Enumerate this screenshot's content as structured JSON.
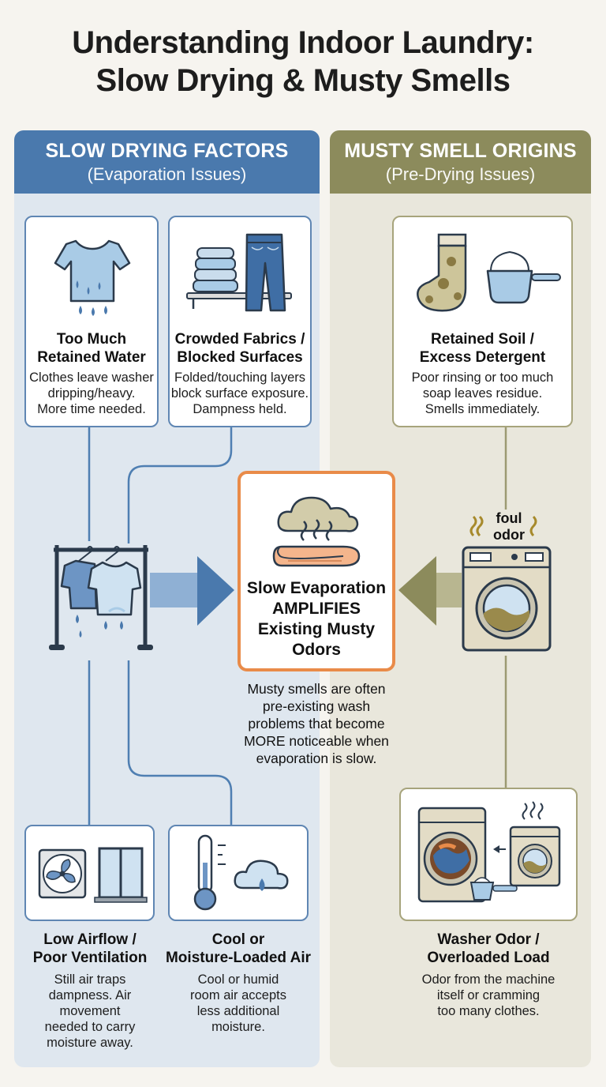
{
  "title": {
    "line1": "Understanding Indoor Laundry:",
    "line2": "Slow Drying & Musty Smells"
  },
  "colors": {
    "blue_header": "#4a79ad",
    "blue_bg": "#dfe7ef",
    "olive_header": "#8c8b5c",
    "olive_bg": "#e9e7dc",
    "center_border": "#e98b49"
  },
  "left_column": {
    "heading": "SLOW DRYING FACTORS",
    "subheading": "(Evaporation Issues)",
    "cards": [
      {
        "title1": "Too Much",
        "title2": "Retained Water",
        "desc1": "Clothes leave washer",
        "desc2": "dripping/heavy.",
        "desc3": "More time needed.",
        "icon": "dripping-shirt-icon"
      },
      {
        "title1": "Crowded Fabrics /",
        "title2": "Blocked Surfaces",
        "desc1": "Folded/touching layers",
        "desc2": "block surface exposure.",
        "desc3": "Dampness held.",
        "icon": "folded-clothes-jeans-icon"
      },
      {
        "title1": "Low Airflow /",
        "title2": "Poor Ventilation",
        "desc1": "Still air traps",
        "desc2": "dampness. Air",
        "desc3": "movement",
        "desc4": "needed to carry",
        "desc5": "moisture away.",
        "icon": "fan-window-icon"
      },
      {
        "title1": "Cool or",
        "title2": "Moisture-Loaded Air",
        "desc1": "Cool or humid",
        "desc2": "room air accepts",
        "desc3": "less additional",
        "desc4": "moisture.",
        "icon": "thermometer-cloud-icon"
      }
    ],
    "rack_icon": "drying-rack-icon"
  },
  "right_column": {
    "heading": "MUSTY SMELL ORIGINS",
    "subheading": "(Pre-Drying Issues)",
    "cards": [
      {
        "title1": "Retained Soil /",
        "title2": "Excess Detergent",
        "desc1": "Poor rinsing or too much",
        "desc2": "soap leaves residue.",
        "desc3": "Smells immediately.",
        "icon": "dirty-sock-detergent-icon"
      },
      {
        "title1": "Washer Odor /",
        "title2": "Overloaded Load",
        "desc1": "Odor from the machine",
        "desc2": "itself or cramming",
        "desc3": "too many clothes.",
        "icon": "overloaded-washer-icon"
      }
    ],
    "foul_label1": "foul",
    "foul_label2": "odor",
    "washer_icon": "smelly-washer-icon"
  },
  "center": {
    "title1": "Slow Evaporation",
    "title2": "AMPLIFIES",
    "title3": "Existing Musty",
    "title4": "Odors",
    "note1": "Musty smells are often",
    "note2": "pre-existing wash",
    "note3": "problems that become",
    "note4": "MORE noticeable when",
    "note5": "evaporation is slow.",
    "icon": "odor-cloud-towel-icon"
  }
}
